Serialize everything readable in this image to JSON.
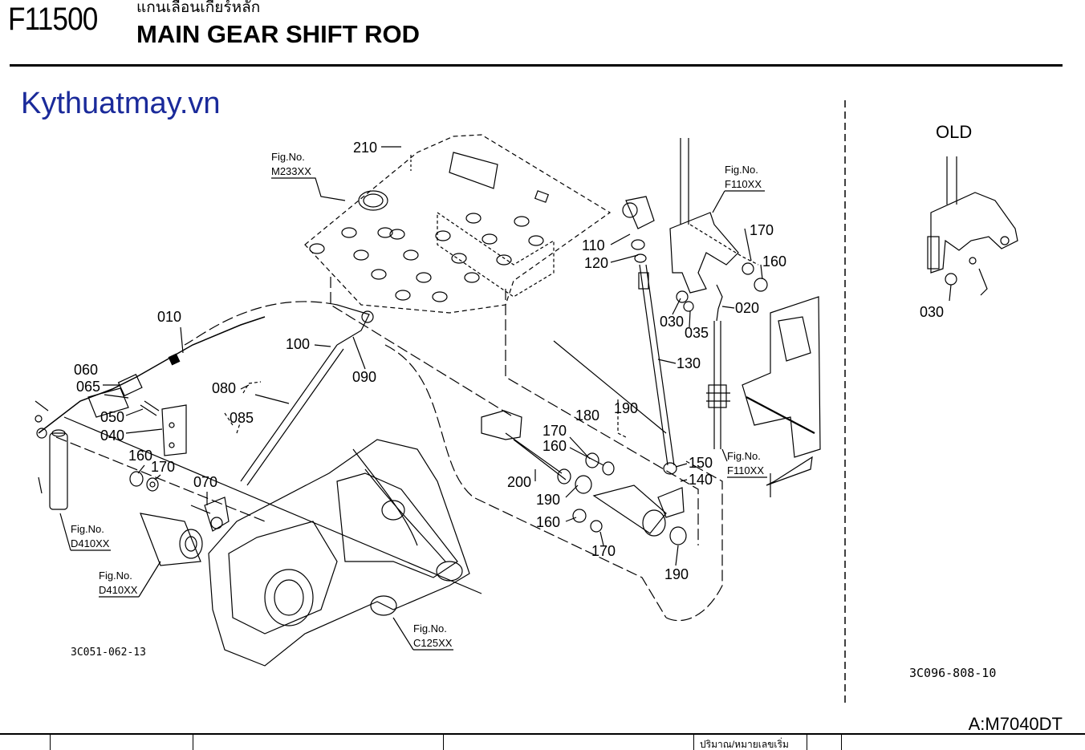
{
  "header": {
    "code": "F11500",
    "title_th": "แกนเลื่อนเกียร์หลัก",
    "title_en": "MAIN GEAR SHIFT ROD"
  },
  "watermark": "Kythuatmay.vn",
  "diagram": {
    "part_labels": [
      "210",
      "110",
      "120",
      "170",
      "160",
      "010",
      "060",
      "065",
      "050",
      "040",
      "100",
      "090",
      "080",
      "085",
      "130",
      "030",
      "035",
      "020",
      "160",
      "170",
      "070",
      "180",
      "190",
      "170",
      "160",
      "200",
      "190",
      "160",
      "170",
      "190",
      "150",
      "140"
    ],
    "fig_refs": [
      {
        "label": "Fig.No.",
        "no": "M233XX"
      },
      {
        "label": "Fig.No.",
        "no": "F110XX"
      },
      {
        "label": "Fig.No.",
        "no": "F110XX"
      },
      {
        "label": "Fig.No.",
        "no": "D410XX"
      },
      {
        "label": "Fig.No.",
        "no": "D410XX"
      },
      {
        "label": "Fig.No.",
        "no": "C125XX"
      }
    ],
    "drawing_code_left": "3C051-062-13",
    "drawing_code_right": "3C096-808-10",
    "old_panel": {
      "title": "OLD",
      "part": "030"
    }
  },
  "footer": {
    "model": "A:M7040DT",
    "table_head_qty": "ปริมาณ/หมายเลขเริ่ม"
  }
}
